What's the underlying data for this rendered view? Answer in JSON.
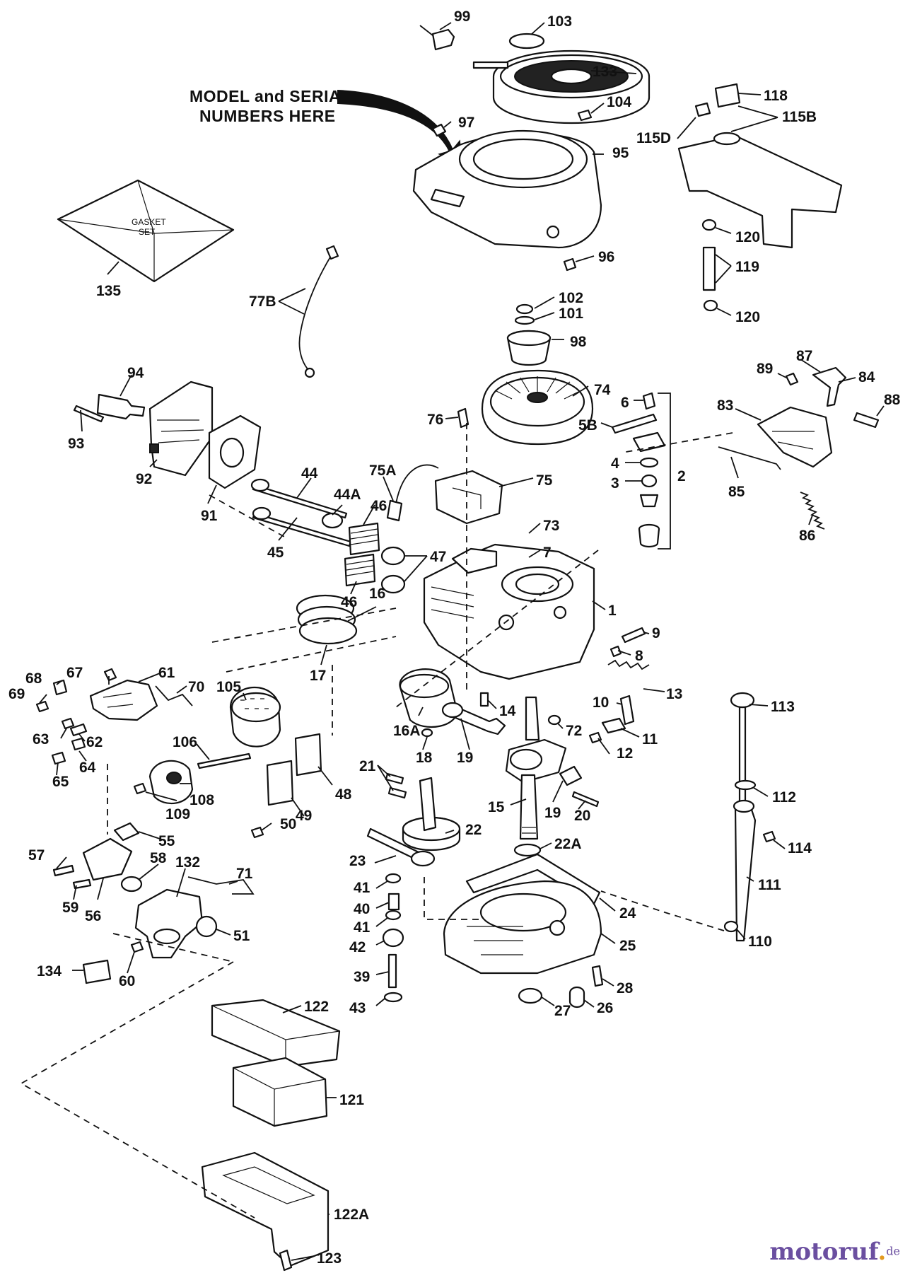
{
  "callout": {
    "line1": "MODEL and SERIAL",
    "line2": "NUMBERS HERE"
  },
  "gasket_set_text": {
    "line1": "GASKET",
    "line2": "SET"
  },
  "part_numbers": {
    "p99": "99",
    "p103": "103",
    "p133": "133",
    "p104": "104",
    "p97": "97",
    "p95": "95",
    "p96": "96",
    "p118": "118",
    "p115B": "115B",
    "p115D": "115D",
    "p120a": "120",
    "p119": "119",
    "p120b": "120",
    "p135": "135",
    "p77B": "77B",
    "p102": "102",
    "p101": "101",
    "p98": "98",
    "p74": "74",
    "p76": "76",
    "p6": "6",
    "p5B": "5B",
    "p4": "4",
    "p3": "3",
    "p2": "2",
    "p89": "89",
    "p87": "87",
    "p84": "84",
    "p88": "88",
    "p83": "83",
    "p85": "85",
    "p86": "86",
    "p94": "94",
    "p93": "93",
    "p92": "92",
    "p91": "91",
    "p44": "44",
    "p44A": "44A",
    "p75A": "75A",
    "p75": "75",
    "p46a": "46",
    "p45": "45",
    "p73": "73",
    "p7": "7",
    "p47": "47",
    "p46b": "46",
    "p1": "1",
    "p16": "16",
    "p17": "17",
    "p9": "9",
    "p8": "8",
    "p13": "13",
    "p67": "67",
    "p61": "61",
    "p68": "68",
    "p70": "70",
    "p69": "69",
    "p105": "105",
    "p14": "14",
    "p10": "10",
    "p72": "72",
    "p11": "11",
    "p12": "12",
    "p113": "113",
    "p63": "63",
    "p62": "62",
    "p16A": "16A",
    "p18": "18",
    "p19a": "19",
    "p64": "64",
    "p106": "106",
    "p65": "65",
    "p21": "21",
    "p108": "108",
    "p48": "48",
    "p15": "15",
    "p19b": "19",
    "p20": "20",
    "p112": "112",
    "p109": "109",
    "p49": "49",
    "p50": "50",
    "p22": "22",
    "p55": "55",
    "p22A": "22A",
    "p57": "57",
    "p58": "58",
    "p132": "132",
    "p71": "71",
    "p23": "23",
    "p114": "114",
    "p41a": "41",
    "p40": "40",
    "p111": "111",
    "p59": "59",
    "p56": "56",
    "p41b": "41",
    "p24": "24",
    "p51": "51",
    "p42": "42",
    "p25": "25",
    "p110": "110",
    "p134": "134",
    "p60": "60",
    "p39": "39",
    "p28": "28",
    "p43": "43",
    "p27": "27",
    "p26": "26",
    "p122": "122",
    "p121": "121",
    "p122A": "122A",
    "p123": "123"
  },
  "watermark": {
    "name": "motoruf",
    "tld": "de"
  }
}
